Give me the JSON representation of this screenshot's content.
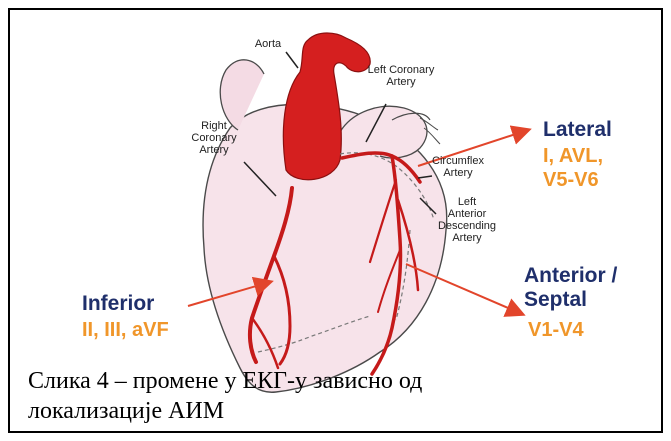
{
  "labels": {
    "aorta": "Aorta",
    "left_coronary_artery": [
      "Left Coronary",
      "Artery"
    ],
    "right_coronary_artery": [
      "Right",
      "Coronary",
      "Artery"
    ],
    "circumflex_artery": [
      "Circumflex",
      "Artery"
    ],
    "lad_artery": [
      "Left",
      "Anterior",
      "Descending",
      "Artery"
    ]
  },
  "regions": {
    "lateral": {
      "name": "Lateral",
      "leads": [
        "I, AVL,",
        "V5-V6"
      ]
    },
    "anterior_septal": {
      "name": [
        "Anterior /",
        "Septal"
      ],
      "leads": "V1-V4"
    },
    "inferior": {
      "name": "Inferior",
      "leads": "II, III, aVF"
    }
  },
  "caption": [
    "Слика 4 – промене у ЕКГ-у зависно од",
    "локализације АИМ"
  ],
  "colors": {
    "artery_red": "#cc1f1f",
    "heart_fill": "#f7e3ea",
    "arrow_red": "#e2452b",
    "region_blue": "#1f2f6b",
    "lead_orange": "#f0962a"
  }
}
